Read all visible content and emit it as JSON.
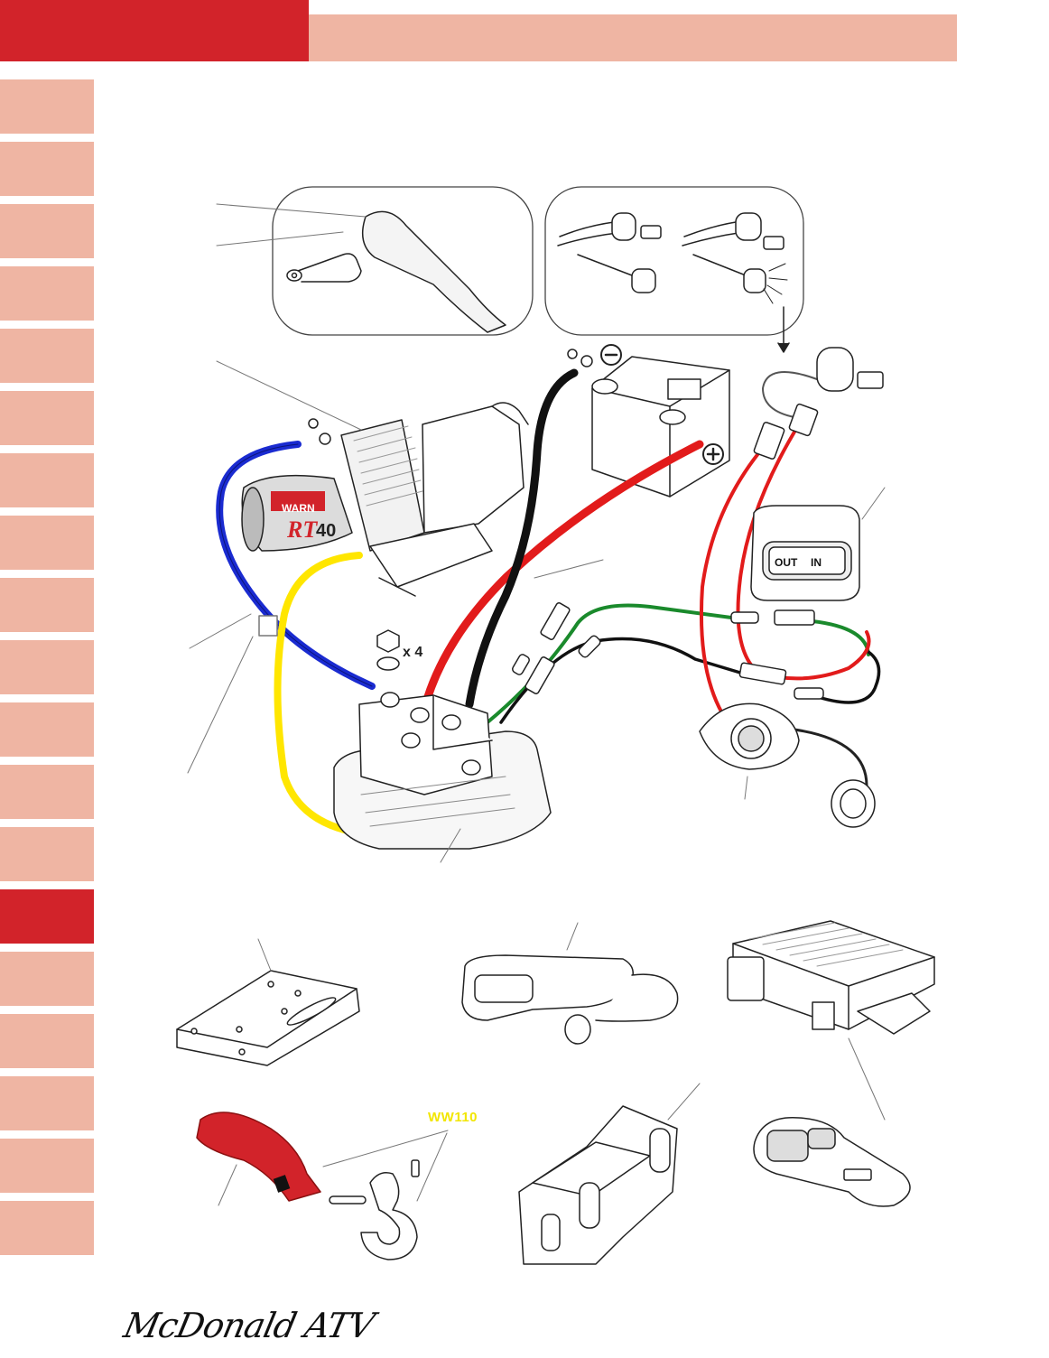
{
  "header": {
    "brand_color": "#d2232a",
    "band_color": "#efb5a3"
  },
  "sidebar": {
    "tabs": [
      {
        "active": false
      },
      {
        "active": false
      },
      {
        "active": false
      },
      {
        "active": false
      },
      {
        "active": false
      },
      {
        "active": false
      },
      {
        "active": false
      },
      {
        "active": false
      },
      {
        "active": false
      },
      {
        "active": false
      },
      {
        "active": false
      },
      {
        "active": false
      },
      {
        "active": false
      },
      {
        "active": true
      },
      {
        "active": false
      },
      {
        "active": false
      },
      {
        "active": false
      },
      {
        "active": false
      },
      {
        "active": false
      }
    ]
  },
  "diagram": {
    "washer_count": "x 4",
    "rocker_out": "OUT",
    "rocker_in": "IN",
    "winch_brand": "WARN",
    "winch_model_rt": "RT",
    "winch_model_num": "40",
    "part_code": "WW110",
    "icons": [
      "battery-minus-icon",
      "battery-plus-icon",
      "ignition-key-icon"
    ]
  },
  "footer": {
    "signature": "McDonald ATV"
  }
}
